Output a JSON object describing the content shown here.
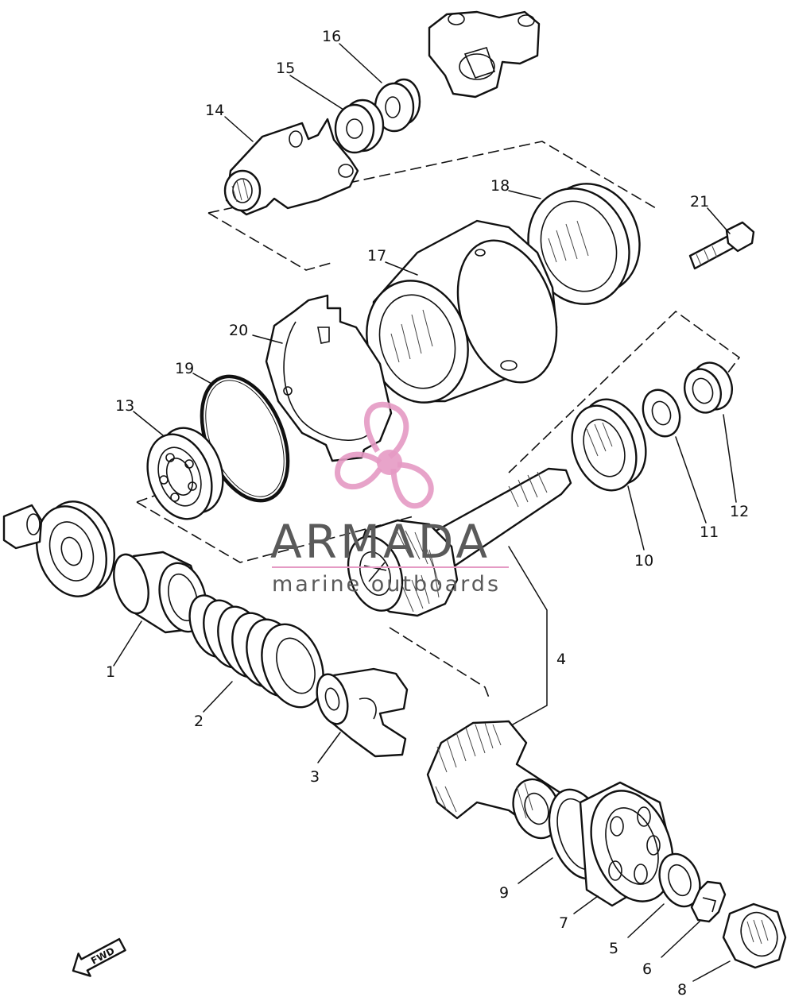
{
  "watermark": {
    "brand": "ARMADA",
    "tagline": "marine outboards",
    "accent_color": "#e59ac4",
    "icon": "propeller-logo-icon"
  },
  "fwd_label": "FWD",
  "parts": [
    {
      "number": "1"
    },
    {
      "number": "2"
    },
    {
      "number": "3"
    },
    {
      "number": "4"
    },
    {
      "number": "5"
    },
    {
      "number": "6"
    },
    {
      "number": "7"
    },
    {
      "number": "8"
    },
    {
      "number": "9"
    },
    {
      "number": "10"
    },
    {
      "number": "11"
    },
    {
      "number": "12"
    },
    {
      "number": "13"
    },
    {
      "number": "14"
    },
    {
      "number": "15"
    },
    {
      "number": "16"
    },
    {
      "number": "17"
    },
    {
      "number": "18"
    },
    {
      "number": "19"
    },
    {
      "number": "20"
    },
    {
      "number": "21"
    }
  ]
}
